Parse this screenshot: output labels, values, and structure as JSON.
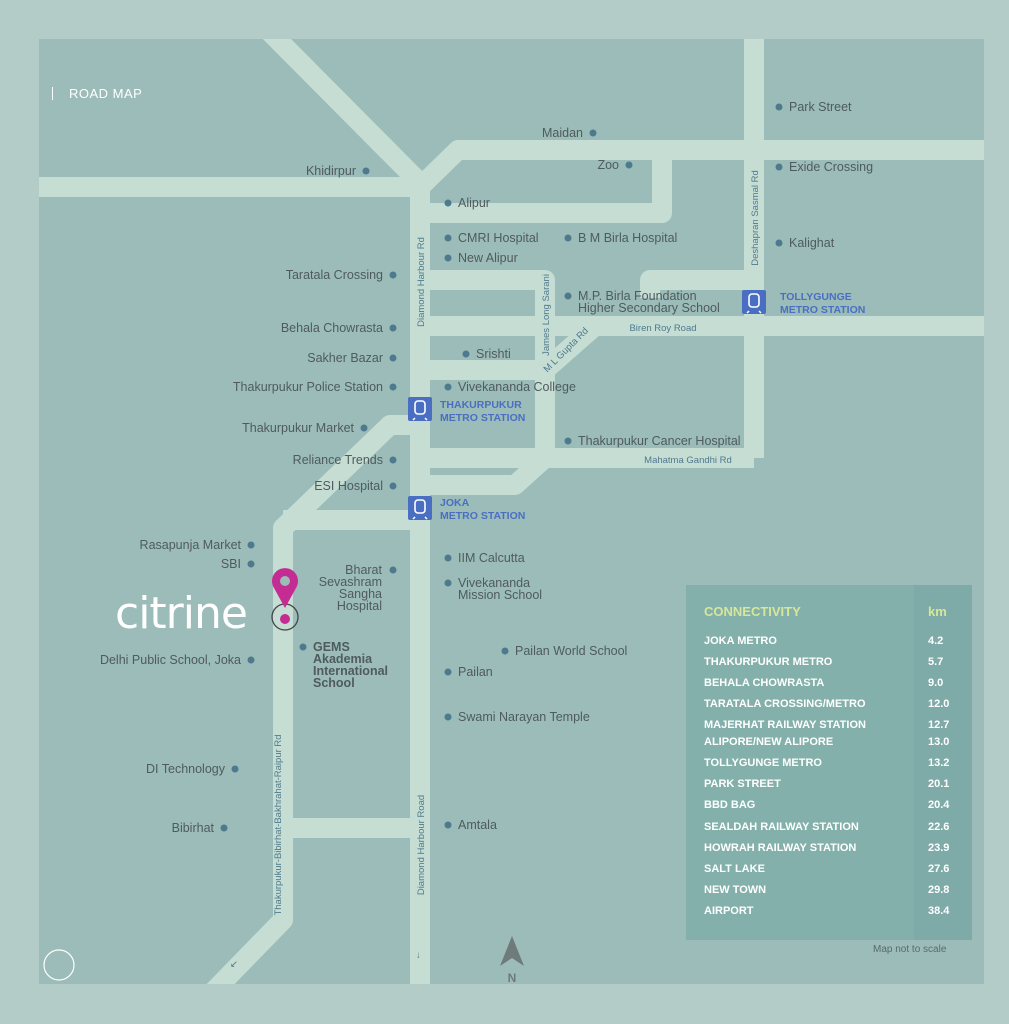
{
  "title": "ROAD MAP",
  "logo": "citrine",
  "colors": {
    "map_bg": "#9bbcb8",
    "outer_bg": "#b3ccc7",
    "road": "#c6ddd3",
    "dot": "#4e7a8e",
    "metro": "#4a6fc2",
    "pin": "#c42b93",
    "table_head": "#d6e79a"
  },
  "roads": {
    "diamond_harbour_rd": "Diamond Harbour Rd",
    "diamond_harbour_road": "Diamond Harbour Road",
    "deshapran": "Deshapran Sasmal Rd",
    "james_long": "James Long Sarani",
    "ml_gupta": "M L Gupta Rd",
    "biren_roy": "Biren Roy Road",
    "mahatma_gandhi": "Mahatma Gandhi Rd",
    "thakurpukur_raipur": "Thakurpukur-Bibirhat-Bakhrahat-Raipur Rd"
  },
  "places": {
    "khidirpur": "Khidirpur",
    "maidan": "Maidan",
    "zoo": "Zoo",
    "park_street": "Park Street",
    "exide": "Exide Crossing",
    "kalighat": "Kalighat",
    "alipur": "Alipur",
    "cmri": "CMRI Hospital",
    "bm_birla": "B M Birla Hospital",
    "new_alipur": "New Alipur",
    "taratala": "Taratala Crossing",
    "mp_birla_1": "M.P. Birla Foundation",
    "mp_birla_2": "Higher Secondary School",
    "behala": "Behala Chowrasta",
    "sakher": "Sakher Bazar",
    "srishti": "Srishti",
    "thakurpukur_ps": "Thakurpukur Police Station",
    "vivekananda_college": "Vivekananda College",
    "thakurpukur_market": "Thakurpukur Market",
    "cancer_hospital": "Thakurpukur Cancer Hospital",
    "reliance": "Reliance Trends",
    "esi": "ESI Hospital",
    "rasapunja": "Rasapunja Market",
    "sbi": "SBI",
    "bharat_1": "Bharat",
    "bharat_2": "Sevashram",
    "bharat_3": "Sangha",
    "bharat_4": "Hospital",
    "iim": "IIM Calcutta",
    "vms_1": "Vivekananda",
    "vms_2": "Mission School",
    "dps": "Delhi Public School, Joka",
    "gems_1": "GEMS",
    "gems_2": "Akademia",
    "gems_3": "International",
    "gems_4": "School",
    "pailan_ws": "Pailan World School",
    "pailan": "Pailan",
    "swami": "Swami Narayan Temple",
    "di_tech": "DI Technology",
    "bibirhat": "Bibirhat",
    "amtala": "Amtala"
  },
  "metro": {
    "tollygunge": [
      "TOLLYGUNGE",
      "METRO STATION"
    ],
    "thakurpukur": [
      "THAKURPUKUR",
      "METRO STATION"
    ],
    "joka": [
      "JOKA",
      "METRO STATION"
    ]
  },
  "compass": "N",
  "connectivity": {
    "title": "CONNECTIVITY",
    "unit": "km",
    "rows": [
      {
        "name": "JOKA METRO",
        "km": "4.2"
      },
      {
        "name": "THAKURPUKUR METRO",
        "km": "5.7"
      },
      {
        "name": "BEHALA CHOWRASTA",
        "km": "9.0"
      },
      {
        "name": "TARATALA CROSSING/METRO",
        "km": "12.0"
      },
      {
        "name": "MAJERHAT RAILWAY STATION",
        "km": "12.7"
      },
      {
        "name": "ALIPORE/NEW ALIPORE",
        "km": "13.0"
      },
      {
        "name": "TOLLYGUNGE METRO",
        "km": "13.2"
      },
      {
        "name": "PARK STREET",
        "km": "20.1"
      },
      {
        "name": "BBD BAG",
        "km": "20.4"
      },
      {
        "name": "SEALDAH RAILWAY STATION",
        "km": "22.6"
      },
      {
        "name": "HOWRAH RAILWAY STATION",
        "km": "23.9"
      },
      {
        "name": "SALT LAKE",
        "km": "27.6"
      },
      {
        "name": "NEW TOWN",
        "km": "29.8"
      },
      {
        "name": "AIRPORT",
        "km": "38.4"
      }
    ],
    "note": "Map not to scale"
  }
}
